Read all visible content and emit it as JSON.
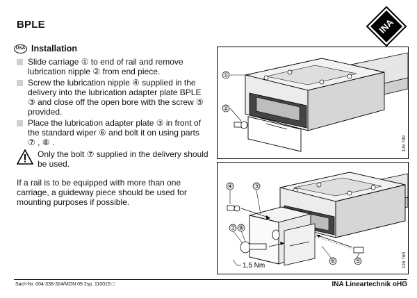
{
  "header": {
    "title": "BPLE",
    "logo_text": "INA"
  },
  "section": {
    "badge": "USA",
    "title": "Installation"
  },
  "steps": [
    "Slide carriage ① to end of rail and remove lubrication nipple ② from end piece.",
    "Screw the lubrication nipple ④ supplied in the delivery into the lubrication adapter plate BPLE ③ and close off the open bore with the screw ⑤ provided.",
    "Place the lubrication adapter plate ③ in front of the standard wiper ⑥ and bolt it on using parts ⑦ , ⑧ ."
  ],
  "warning_text": "Only the bolt ⑦ supplied in the delivery should be used.",
  "note_text": "If a rail is to be equipped with more than one carriage, a guideway piece should be used for mounting purposes if possible.",
  "figure1": {
    "callouts": [
      "①",
      "②"
    ],
    "code": "126 789"
  },
  "figure2": {
    "callouts": [
      "④",
      "③",
      "⑦",
      "⑧",
      "⑥",
      "⑤"
    ],
    "torque": "1,5 Nm",
    "code": "126 760"
  },
  "footer": {
    "left": "Sach-Nr. 004-338-324/MON 09 2sp. 110015 □",
    "right": "INA Lineartechnik oHG"
  }
}
